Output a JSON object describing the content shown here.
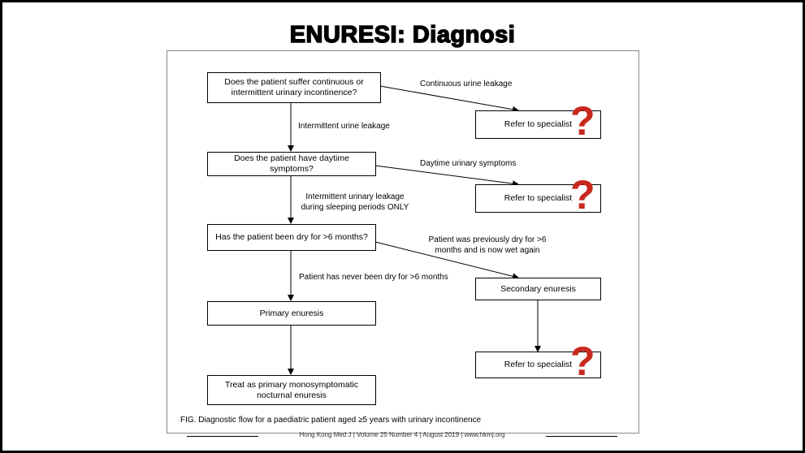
{
  "slide": {
    "title": "ENURESI: Diagnosi"
  },
  "flowchart": {
    "q1": "Does the patient suffer continuous or intermittent urinary incontinence?",
    "q2": "Does the patient have daytime symptoms?",
    "q3": "Has the patient been dry for >6 months?",
    "primary": "Primary enuresis",
    "treat": "Treat as primary monosymptomatic nocturnal enuresis",
    "secondary": "Secondary enuresis",
    "refer1": "Refer to specialist",
    "refer2": "Refer to specialist",
    "refer3": "Refer to specialist",
    "edge_continuous": "Continuous urine leakage",
    "edge_intermittent": "Intermittent urine leakage",
    "edge_daytime": "Daytime urinary symptoms",
    "edge_sleeping_1": "Intermittent urinary leakage",
    "edge_sleeping_2": "during sleeping periods ONLY",
    "edge_prev_dry_1": "Patient was previously dry for >6",
    "edge_prev_dry_2": "months and is now wet again",
    "edge_never_dry": "Patient has never been dry for >6 months",
    "question_mark": "?"
  },
  "figure": {
    "caption": "FIG.  Diagnostic flow for a paediatric patient aged ≥5 years with urinary incontinence",
    "footer": "Hong Kong Med J  |  Volume 25 Number 4  |  August 2019  |  www.hkmj.org"
  },
  "colors": {
    "question_mark": "#c8281e",
    "border": "#000000"
  }
}
